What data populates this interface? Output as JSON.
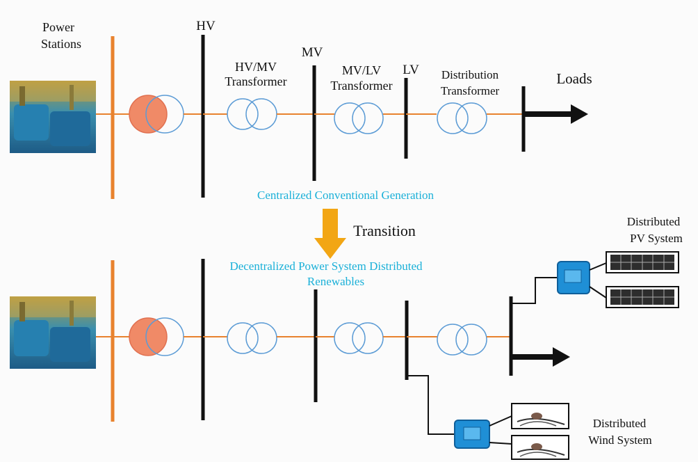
{
  "labels": {
    "power_stations_line1": "Power",
    "power_stations_line2": "Stations",
    "hv": "HV",
    "hv_mv_line1": "HV/MV",
    "hv_mv_line2": "Transformer",
    "mv": "MV",
    "mv_lv_line1": "MV/LV",
    "mv_lv_line2": "Transformer",
    "lv": "LV",
    "distribution_line1": "Distribution",
    "distribution_line2": "Transformer",
    "loads": "Loads",
    "centralized": "Centralized  Conventional  Generation",
    "transition": "Transition",
    "decentralized": "Decentralized  Power System Distributed",
    "renewables": "Renewables",
    "pv_line1": "Distributed",
    "pv_line2": "PV System",
    "wind_line1": "Distributed",
    "wind_line2": "Wind System"
  },
  "colors": {
    "feeder": "#e8822e",
    "generator_fill": "#f08a67",
    "transformer_stroke": "#5b9bd5",
    "busbar": "#111111",
    "accent_text": "#1ab0d8",
    "arrow_gold": "#f2a614",
    "inverter": "#1f8fd6"
  },
  "icons": {
    "power_station": "power-station-photo-icon",
    "generator": "generator-icon",
    "transformer": "transformer-icon",
    "load_arrow": "load-arrow-icon",
    "inverter": "inverter-icon",
    "pv_panel": "solar-panel-icon",
    "wind_turbine": "wind-turbine-icon"
  }
}
